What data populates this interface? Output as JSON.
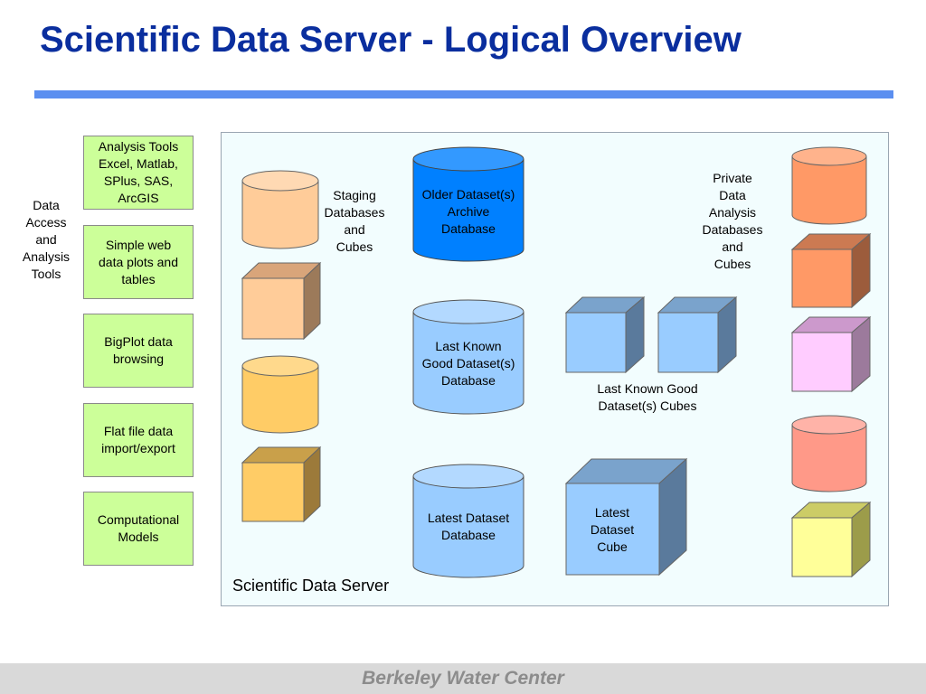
{
  "title": "Scientific Data Server - Logical Overview",
  "access_label": "Data\nAccess\nand\nAnalysis\nTools",
  "tools": [
    "Analysis Tools\nExcel, Matlab,\nSPlus, SAS,\nArcGIS",
    "Simple web\ndata plots and\ntables",
    "BigPlot data\nbrowsing",
    "Flat file data\nimport/export",
    "Computational\nModels"
  ],
  "staging_label": "Staging\nDatabases\nand\nCubes",
  "older_db_label": "Older Dataset(s)\nArchive\nDatabase",
  "last_known_db_label": "Last Known\nGood Dataset(s)\nDatabase",
  "latest_db_label": "Latest Dataset\nDatabase",
  "last_known_cubes_label": "Last Known Good\nDataset(s) Cubes",
  "latest_cube_label": "Latest\nDataset\nCube",
  "private_label": "Private\nData\nAnalysis\nDatabases\nand\nCubes",
  "server_label": "Scientific Data Server",
  "footer": "Berkeley Water Center",
  "colors": {
    "title": "#0a2e9e",
    "rule": "#5b8ff0",
    "tool_fill": "#ccff99",
    "panel_bg": "#f2fdfe",
    "staging_peach": "#ffcc99",
    "staging_yellow": "#ffcc66",
    "archive_blue": "#0080ff",
    "light_blue": "#99ccff",
    "private_orange": "#ff9966",
    "private_pink": "#ffccff",
    "private_salmon": "#ff9988",
    "private_yellow": "#ffff99"
  }
}
